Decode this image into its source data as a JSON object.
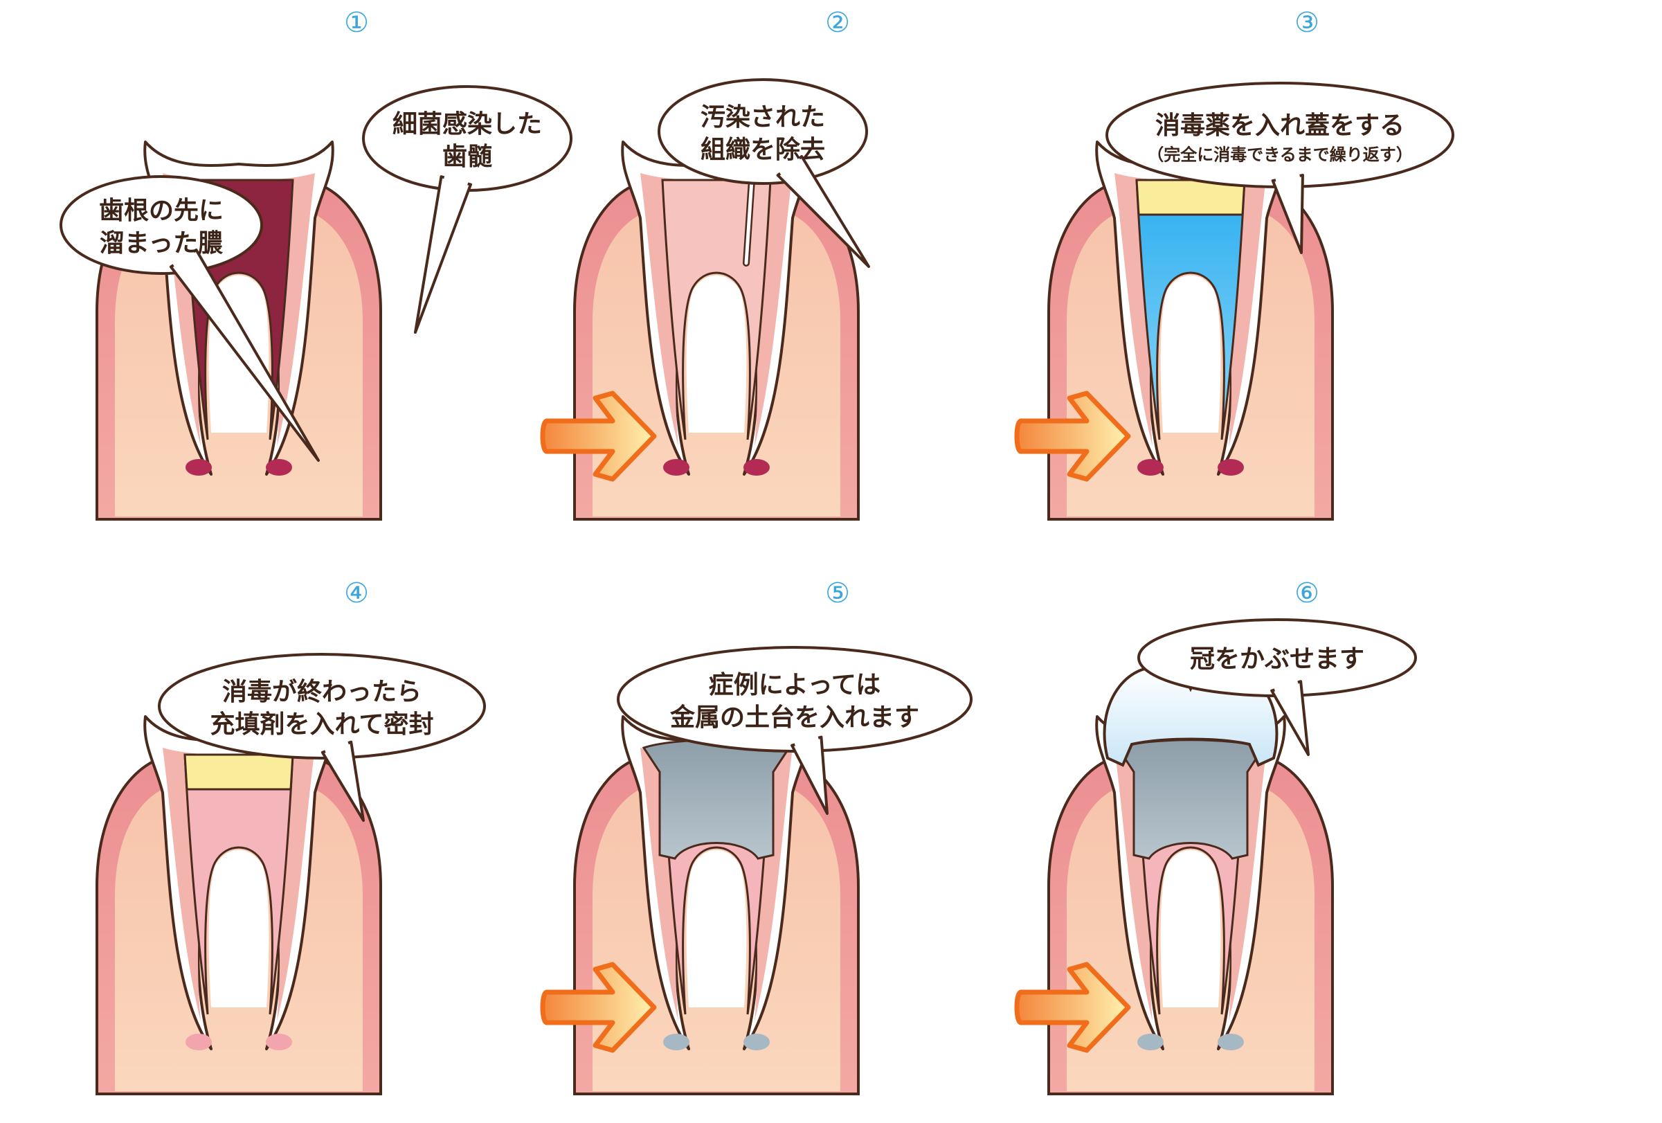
{
  "steps": [
    {
      "number": "①",
      "labels": [
        [
          "細菌感染した",
          "歯髄"
        ],
        [
          "歯根の先に",
          "溜まった膿"
        ]
      ]
    },
    {
      "number": "②",
      "labels": [
        [
          "汚染された",
          "組織を除去"
        ]
      ]
    },
    {
      "number": "③",
      "labels": [
        [
          "消毒薬を入れ蓋をする"
        ]
      ],
      "sublabel": "（完全に消毒できるまで繰り返す）"
    },
    {
      "number": "④",
      "labels": [
        [
          "消毒が終わったら",
          "充填剤を入れて密封"
        ]
      ]
    },
    {
      "number": "⑤",
      "labels": [
        [
          "症例によっては",
          "金属の土台を入れます"
        ]
      ]
    },
    {
      "number": "⑥",
      "labels": [
        [
          "冠をかぶせます"
        ]
      ]
    }
  ],
  "colors": {
    "outline": "#4a2a1c",
    "gum_outer": "#ee9595",
    "gum_inner": "#f8cdb1",
    "dentin": "#f2aaa8",
    "enamel": "#ffffff",
    "infected_pulp": "#8e2540",
    "pus": "#b32a55",
    "file_handle": "#5cb2e9",
    "medicine": "#3db7ef",
    "lid": "#f9ec9b",
    "filling": "#f4b6bb",
    "post": "#9eaeb8",
    "crown": "#e2f1fb",
    "arrow_orange": "#f06d1c",
    "arrow_yellow": "#fff3b3",
    "step_number": "#3aa6dd"
  },
  "icons": [
    "pulp-file-instrument",
    "right-arrow-icon"
  ]
}
